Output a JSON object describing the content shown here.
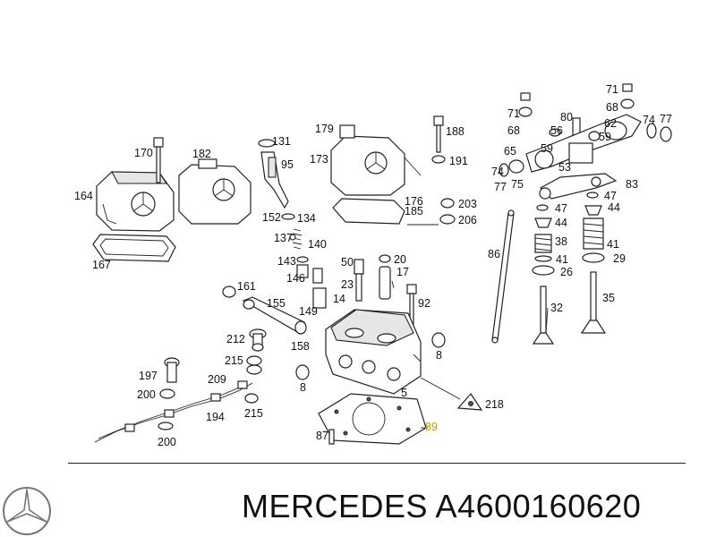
{
  "brand": "MERCEDES",
  "part_number": "A4600160620",
  "diagram": {
    "highlight_color": "#b8a000",
    "labels": [
      {
        "id": "170",
        "text": "170"
      },
      {
        "id": "182",
        "text": "182"
      },
      {
        "id": "164",
        "text": "164"
      },
      {
        "id": "167",
        "text": "167"
      },
      {
        "id": "131",
        "text": "131"
      },
      {
        "id": "95",
        "text": "95"
      },
      {
        "id": "179",
        "text": "179"
      },
      {
        "id": "188",
        "text": "188"
      },
      {
        "id": "173",
        "text": "173"
      },
      {
        "id": "191",
        "text": "191"
      },
      {
        "id": "176",
        "text": "176"
      },
      {
        "id": "185",
        "text": "185"
      },
      {
        "id": "203",
        "text": "203"
      },
      {
        "id": "206",
        "text": "206"
      },
      {
        "id": "152",
        "text": "152"
      },
      {
        "id": "134",
        "text": "134"
      },
      {
        "id": "137",
        "text": "137"
      },
      {
        "id": "140",
        "text": "140"
      },
      {
        "id": "143",
        "text": "143"
      },
      {
        "id": "146",
        "text": "146"
      },
      {
        "id": "50",
        "text": "50"
      },
      {
        "id": "20",
        "text": "20"
      },
      {
        "id": "17",
        "text": "17"
      },
      {
        "id": "23",
        "text": "23"
      },
      {
        "id": "14",
        "text": "14"
      },
      {
        "id": "92",
        "text": "92"
      },
      {
        "id": "161",
        "text": "161"
      },
      {
        "id": "155",
        "text": "155"
      },
      {
        "id": "149",
        "text": "149"
      },
      {
        "id": "212",
        "text": "212"
      },
      {
        "id": "158",
        "text": "158"
      },
      {
        "id": "215a",
        "text": "215"
      },
      {
        "id": "197",
        "text": "197"
      },
      {
        "id": "209",
        "text": "209"
      },
      {
        "id": "200a",
        "text": "200"
      },
      {
        "id": "194",
        "text": "194"
      },
      {
        "id": "215b",
        "text": "215"
      },
      {
        "id": "200b",
        "text": "200"
      },
      {
        "id": "8a",
        "text": "8"
      },
      {
        "id": "8b",
        "text": "8"
      },
      {
        "id": "5",
        "text": "5"
      },
      {
        "id": "218",
        "text": "218"
      },
      {
        "id": "89",
        "text": "89"
      },
      {
        "id": "87",
        "text": "87"
      },
      {
        "id": "71a",
        "text": "71"
      },
      {
        "id": "68a",
        "text": "68"
      },
      {
        "id": "71b",
        "text": "71"
      },
      {
        "id": "68b",
        "text": "68"
      },
      {
        "id": "80",
        "text": "80"
      },
      {
        "id": "62",
        "text": "62"
      },
      {
        "id": "74",
        "text": "74"
      },
      {
        "id": "77a",
        "text": "77"
      },
      {
        "id": "56",
        "text": "56"
      },
      {
        "id": "59a",
        "text": "59"
      },
      {
        "id": "59b",
        "text": "59"
      },
      {
        "id": "65",
        "text": "65"
      },
      {
        "id": "53",
        "text": "53"
      },
      {
        "id": "75",
        "text": "75"
      },
      {
        "id": "77b",
        "text": "77"
      },
      {
        "id": "74b",
        "text": "74"
      },
      {
        "id": "83",
        "text": "83"
      },
      {
        "id": "47a",
        "text": "47"
      },
      {
        "id": "47b",
        "text": "47"
      },
      {
        "id": "44a",
        "text": "44"
      },
      {
        "id": "44b",
        "text": "44"
      },
      {
        "id": "86",
        "text": "86"
      },
      {
        "id": "38",
        "text": "38"
      },
      {
        "id": "41a",
        "text": "41"
      },
      {
        "id": "41b",
        "text": "41"
      },
      {
        "id": "29",
        "text": "29"
      },
      {
        "id": "26",
        "text": "26"
      },
      {
        "id": "35",
        "text": "35"
      },
      {
        "id": "32",
        "text": "32"
      }
    ]
  }
}
